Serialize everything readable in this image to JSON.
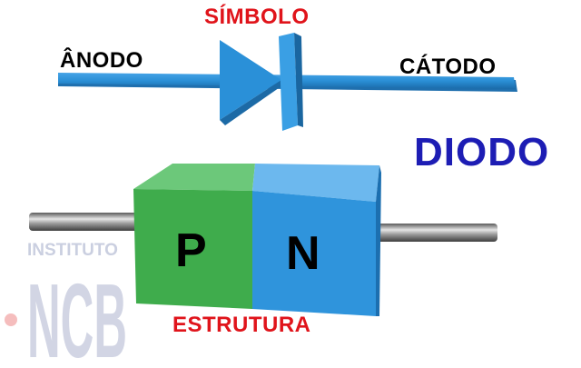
{
  "labels": {
    "symbol": "SÍMBOLO",
    "anode": "ÂNODO",
    "cathode": "CÁTODO",
    "title": "DIODO",
    "structure": "ESTRUTURA",
    "p_region": "P",
    "n_region": "N"
  },
  "watermark": {
    "text_top": "INSTITUTO",
    "text_logo": "NCB"
  },
  "colors": {
    "label_red": "#e0141b",
    "title_blue": "#1d1db4",
    "symbol_blue": "#2a90d8",
    "p_green": "#3fac4c",
    "n_blue": "#2f94dc",
    "lead_gray": "#8a8a8a"
  }
}
